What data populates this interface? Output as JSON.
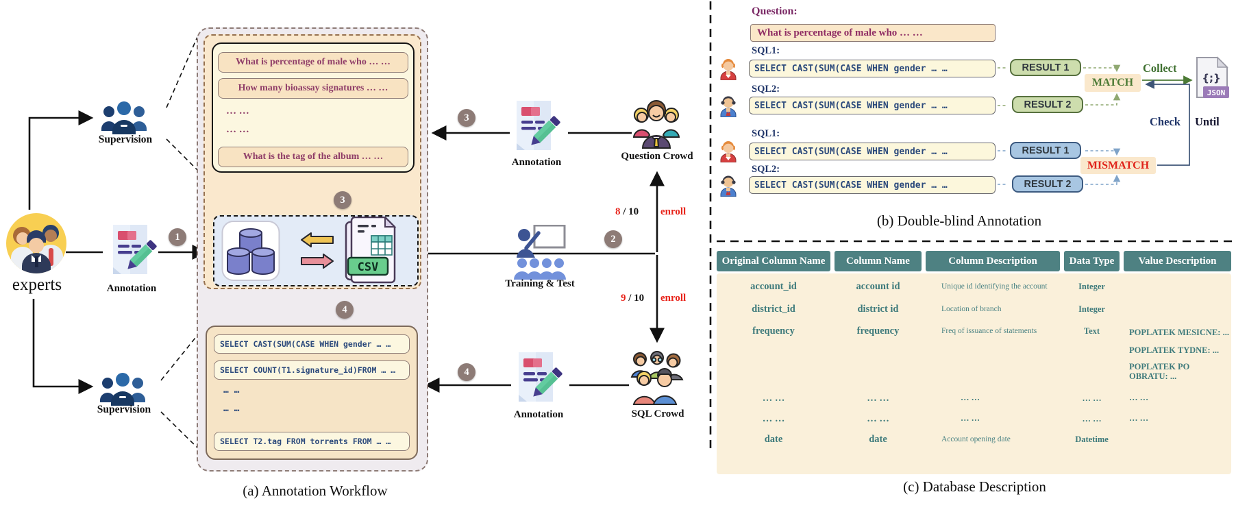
{
  "colors": {
    "table_header_teal": "#4E8182",
    "table_body_cream": "#FAF0DA",
    "match_green": "#4C7A35",
    "mismatch_red": "#E0231A",
    "enroll_red": "#E8231A",
    "result_green_bg": "#CDDDAD",
    "result_blue_bg": "#A8C6E2",
    "flow_arrow_brown": "#8D7B76",
    "question_purple": "#8F3D68",
    "sql_navy": "#2C4A7C"
  },
  "panel_a": {
    "caption": "(a) Annotation Workflow",
    "experts": "experts",
    "supervision_top": "Supervision",
    "supervision_bottom": "Supervision",
    "annotation_left": "Annotation",
    "annotation_top": "Annotation",
    "annotation_bottom": "Annotation",
    "training": "Training & Test",
    "question_crowd": "Question Crowd",
    "sql_crowd": "SQL Crowd",
    "csv": "CSV",
    "badge_1": "1",
    "badge_2": "2",
    "badge_3_flow": "3",
    "badge_3_arrow": "3",
    "badge_4_flow": "4",
    "badge_4_arrow": "4",
    "questions": [
      "What is percentage of male who … …",
      "How many bioassay signatures … …",
      "… …",
      "… …",
      "What is the tag of the album … …"
    ],
    "sqls": [
      "SELECT CAST(SUM(CASE WHEN gender … …",
      "SELECT COUNT(T1.signature_id)FROM … …",
      "… …",
      "… …",
      "SELECT T2.tag FROM torrents FROM … …"
    ],
    "enroll_top": {
      "numerator": "8",
      "rest": " / 10",
      "label": "enroll"
    },
    "enroll_bottom": {
      "numerator": "9",
      "rest": " / 10",
      "label": "enroll"
    }
  },
  "panel_b": {
    "caption": "(b) Double-blind Annotation",
    "question_label": "Question:",
    "question_text": "What is percentage of male who … …",
    "match": {
      "sql1_label": "SQL1:",
      "sql1": "SELECT CAST(SUM(CASE WHEN gender … …",
      "result1": "RESULT 1",
      "sql2_label": "SQL2:",
      "sql2": "SELECT CAST(SUM(CASE WHEN gender … …",
      "result2": "RESULT 2",
      "verdict": "MATCH"
    },
    "mismatch": {
      "sql1_label": "SQL1:",
      "sql1": "SELECT CAST(SUM(CASE WHEN gender … …",
      "result1": "RESULT 1",
      "sql2_label": "SQL2:",
      "sql2": "SELECT CAST(SUM(CASE WHEN gender … …",
      "result2": "RESULT 2",
      "verdict": "MISMATCH"
    },
    "collect": "Collect",
    "check": "Check",
    "until": "Until",
    "json_glyph": "{;}",
    "json_label": "JSON"
  },
  "panel_c": {
    "caption": "(c) Database Description",
    "headers": [
      "Original Column Name",
      "Column Name",
      "Column Description",
      "Data Type",
      "Value Description"
    ],
    "rows": [
      {
        "original": "account_id",
        "name": "account id",
        "desc": "Unique id identifying the account",
        "type": "Integer"
      },
      {
        "original": "district_id",
        "name": "district id",
        "desc": "Location of branch",
        "type": "Integer"
      },
      {
        "original": "frequency",
        "name": "frequency",
        "desc": "Freq of issuance of statements",
        "type": "Text",
        "values": [
          "POPLATEK MESICNE: ...",
          "POPLATEK TYDNE: ...",
          "POPLATEK PO OBRATU: ..."
        ]
      },
      {
        "original": "… …",
        "name": "… …",
        "desc": "… …",
        "type": "… …",
        "value": "… …"
      },
      {
        "original": "… …",
        "name": "… …",
        "desc": "… …",
        "type": "… …",
        "value": "… …"
      },
      {
        "original": "date",
        "name": "date",
        "desc": "Account opening date",
        "type": "Datetime"
      }
    ]
  }
}
